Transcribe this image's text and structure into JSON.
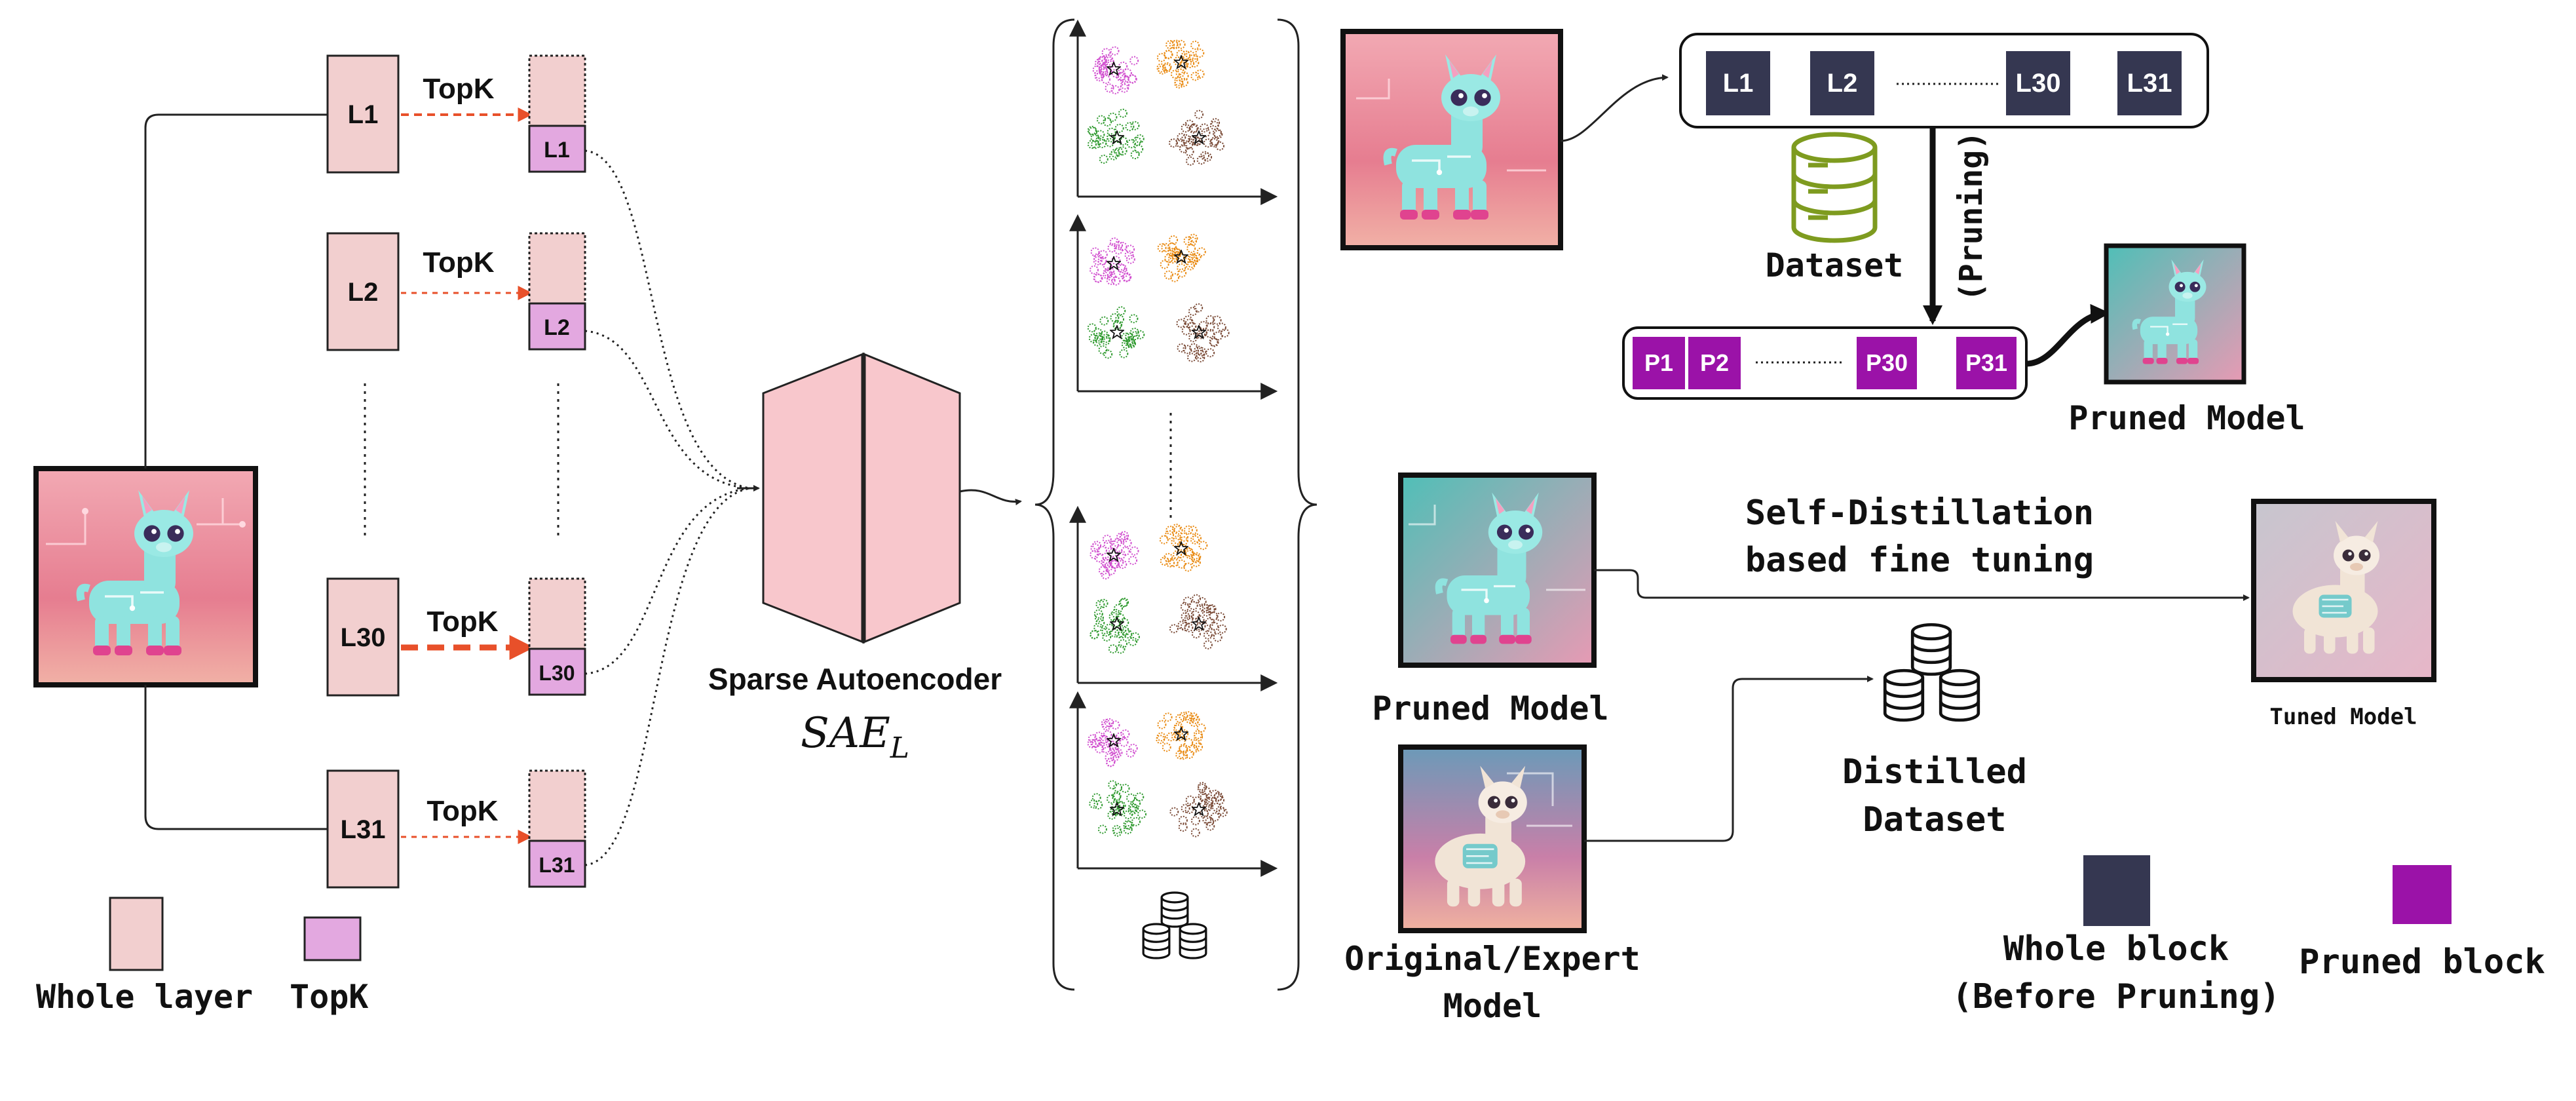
{
  "layer_labels": {
    "l1": "L1",
    "l2": "L2",
    "l30": "L30",
    "l31": "L31"
  },
  "topk_label": "TopK",
  "sae": {
    "name": "Sparse Autoencoder",
    "symbol": "SAE",
    "symbol_sub": "L"
  },
  "legend_left": {
    "whole_layer": "Whole layer",
    "topk": "TopK"
  },
  "blocks": {
    "b1": "L1",
    "b2": "L2",
    "b30": "L30",
    "b31": "L31"
  },
  "pruned_blocks": {
    "p1": "P1",
    "p2": "P2",
    "p30": "P30",
    "p31": "P31"
  },
  "dataset_label": "Dataset",
  "pruning_label": "(Pruning)",
  "pruned_model_label": "Pruned Model",
  "pruned_model_label_2": "Pruned Model",
  "self_distillation": {
    "line1": "Self-Distillation",
    "line2": "based fine tuning"
  },
  "distilled_dataset": {
    "line1": "Distilled",
    "line2": "Dataset"
  },
  "original_model": {
    "line1": "Original/Expert",
    "line2": "Model"
  },
  "tuned_model_label": "Tuned Model",
  "legend_right": {
    "whole_block_line1": "Whole block",
    "whole_block_line2": "(Before Pruning)",
    "pruned_block": "Pruned block"
  },
  "colors": {
    "layer_fill": "#f2cfcf",
    "topk_fill": "#e3a8e0",
    "topk_arrow": "#e8502a",
    "sae_fill": "#f8c7cc",
    "block_fill": "#353751",
    "pruned_fill": "#9b12a8",
    "dataset_icon": "#7e9b1f",
    "cluster_pink": "#d14fcf",
    "cluster_orange": "#e98a12",
    "cluster_green": "#2f9a2f",
    "cluster_brown": "#7a4a36"
  },
  "icons": [
    "llama-image",
    "dataset-icon",
    "database-stack-icon",
    "cluster-plot"
  ]
}
